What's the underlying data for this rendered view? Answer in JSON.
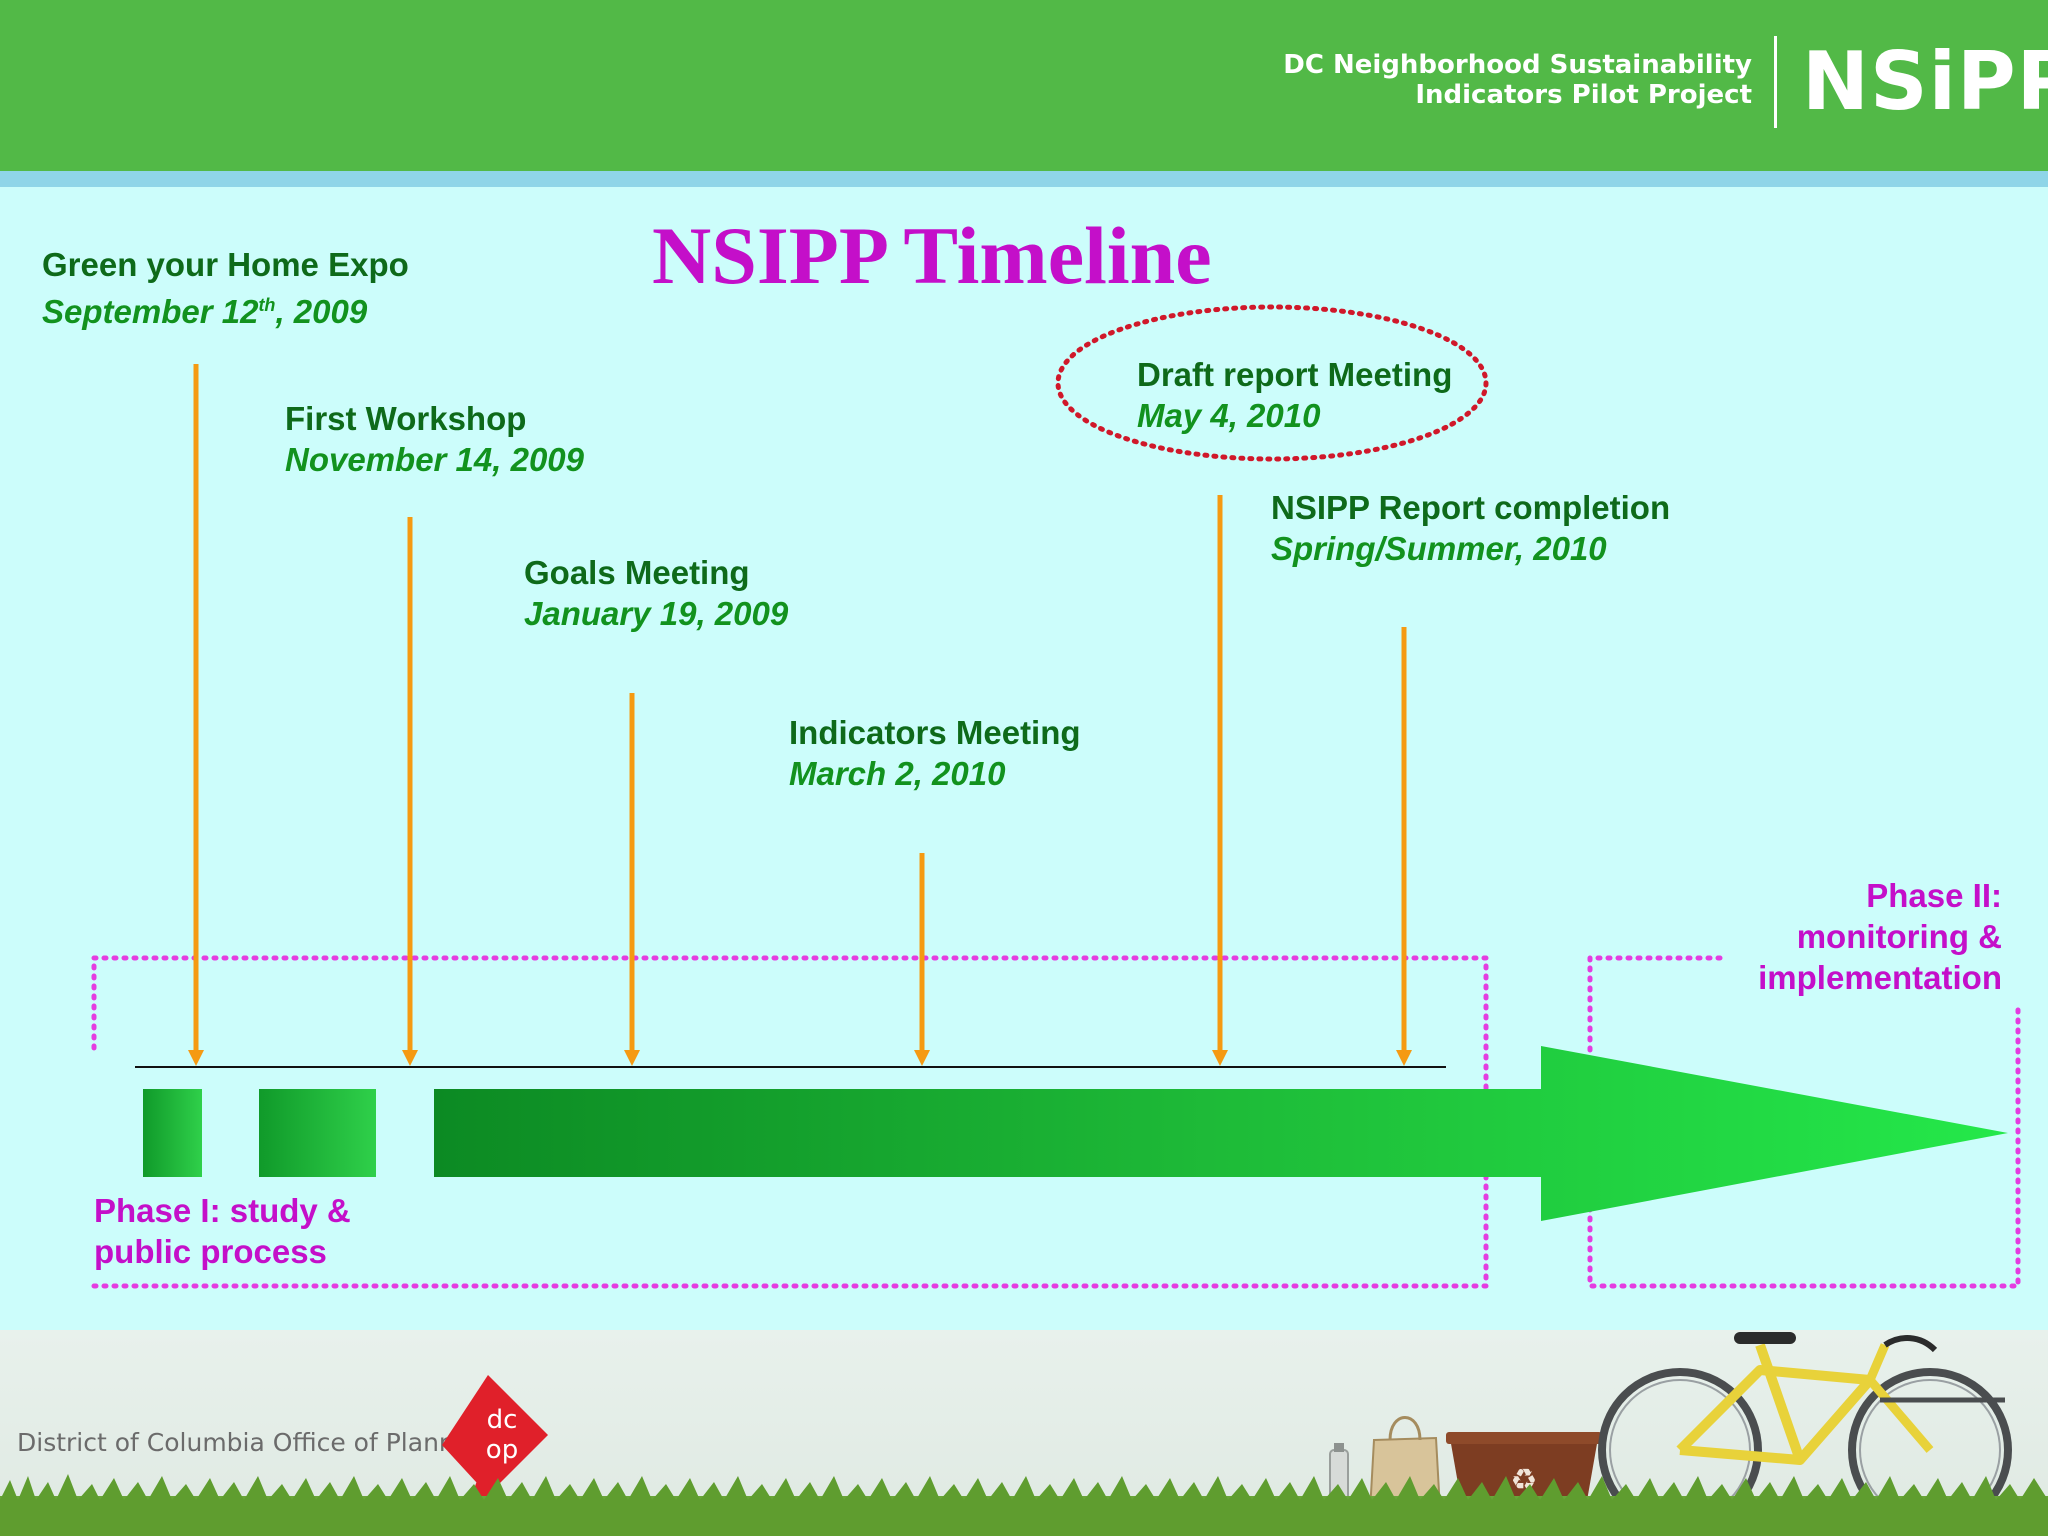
{
  "header": {
    "org_line1": "DC Neighborhood Sustainability",
    "org_line2": "Indicators Pilot Project",
    "logo": "NSiPP",
    "background_color": "#52b947"
  },
  "title": "NSIPP Timeline",
  "events": [
    {
      "name": "Green your Home Expo",
      "date_main": "September 12",
      "date_sup": "th",
      "date_rest": ", 2009"
    },
    {
      "name": "First Workshop",
      "date": "November 14, 2009"
    },
    {
      "name": "Goals Meeting",
      "date": "January 19, 2009"
    },
    {
      "name": "Indicators Meeting",
      "date": "March 2, 2010"
    },
    {
      "name": "Draft report Meeting",
      "date": "May 4, 2010",
      "highlighted": true
    },
    {
      "name": "NSIPP Report completion",
      "date": "Spring/Summer, 2010"
    }
  ],
  "phases": {
    "phase1": {
      "line1": "Phase I: study &",
      "line2": "public process"
    },
    "phase2": {
      "line1": "Phase II:",
      "line2": "monitoring &",
      "line3": "implementation"
    }
  },
  "footer": {
    "office_text": "District of Columbia Office of Planning",
    "dcop_logo_letters": "dcop",
    "illustration_icons": [
      "bicycle-icon",
      "recycling-bin-icon",
      "shopping-bag-icon",
      "water-bottle-icon",
      "grass-icon"
    ]
  },
  "colors": {
    "title": "#c40fc9",
    "event_name": "#0e6a1a",
    "event_date": "#12921e",
    "connector": "#f59a12",
    "phase_box": "#e43ce0",
    "highlight_ellipse": "#d0182a"
  }
}
